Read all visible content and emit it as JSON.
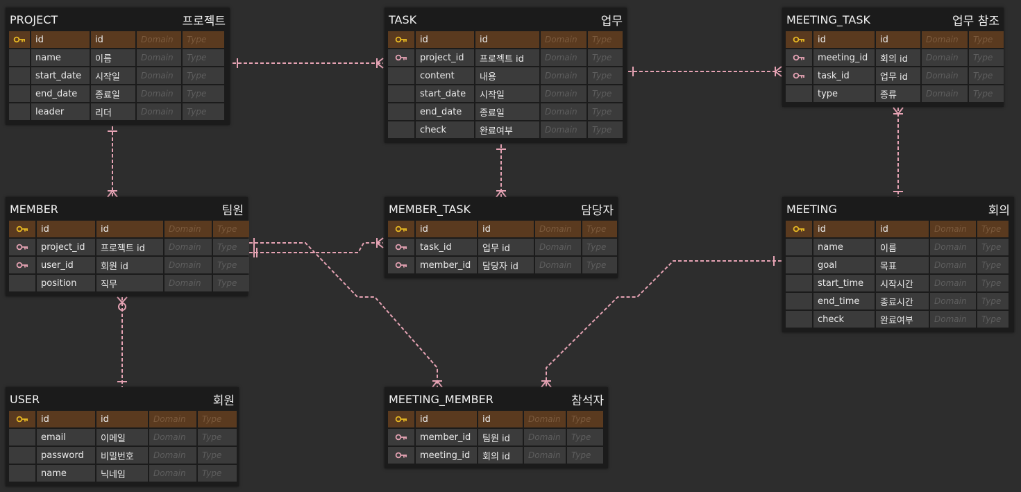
{
  "colors": {
    "background": "#2d2d2d",
    "table_bg": "#1b1b1b",
    "cell_bg": "#3b3b3b",
    "pk_row": "#5a3a1f",
    "relation_line": "#e6a3b4",
    "primary_key": "#e8b923",
    "foreign_key": "#e6a3b4"
  },
  "placeholders": {
    "domain": "Domain",
    "type": "Type"
  },
  "tables": {
    "project": {
      "name": "PROJECT",
      "logical": "프로젝트",
      "columns": [
        {
          "key": "pk",
          "name": "id",
          "logical": "id"
        },
        {
          "key": "",
          "name": "name",
          "logical": "이름"
        },
        {
          "key": "",
          "name": "start_date",
          "logical": "시작일"
        },
        {
          "key": "",
          "name": "end_date",
          "logical": "종료일"
        },
        {
          "key": "",
          "name": "leader",
          "logical": "리더"
        }
      ]
    },
    "task": {
      "name": "TASK",
      "logical": "업무",
      "columns": [
        {
          "key": "pk",
          "name": "id",
          "logical": "id"
        },
        {
          "key": "fk",
          "name": "project_id",
          "logical": "프로젝트 id"
        },
        {
          "key": "",
          "name": "content",
          "logical": "내용"
        },
        {
          "key": "",
          "name": "start_date",
          "logical": "시작일"
        },
        {
          "key": "",
          "name": "end_date",
          "logical": "종료일"
        },
        {
          "key": "",
          "name": "check",
          "logical": "완료여부"
        }
      ]
    },
    "meeting_task": {
      "name": "MEETING_TASK",
      "logical": "업무 참조",
      "columns": [
        {
          "key": "pk",
          "name": "id",
          "logical": "id"
        },
        {
          "key": "fk",
          "name": "meeting_id",
          "logical": "회의 id"
        },
        {
          "key": "fk",
          "name": "task_id",
          "logical": "업무 id"
        },
        {
          "key": "",
          "name": "type",
          "logical": "종류"
        }
      ]
    },
    "member": {
      "name": "MEMBER",
      "logical": "팀원",
      "columns": [
        {
          "key": "pk",
          "name": "id",
          "logical": "id"
        },
        {
          "key": "fk",
          "name": "project_id",
          "logical": "프로젝트 id"
        },
        {
          "key": "fk",
          "name": "user_id",
          "logical": "회원 id"
        },
        {
          "key": "",
          "name": "position",
          "logical": "직무"
        }
      ]
    },
    "member_task": {
      "name": "MEMBER_TASK",
      "logical": "담당자",
      "columns": [
        {
          "key": "pk",
          "name": "id",
          "logical": "id"
        },
        {
          "key": "fk",
          "name": "task_id",
          "logical": "업무 id"
        },
        {
          "key": "fk",
          "name": "member_id",
          "logical": "담당자 id"
        }
      ]
    },
    "meeting": {
      "name": "MEETING",
      "logical": "회의",
      "columns": [
        {
          "key": "pk",
          "name": "id",
          "logical": "id"
        },
        {
          "key": "",
          "name": "name",
          "logical": "이름"
        },
        {
          "key": "",
          "name": "goal",
          "logical": "목표"
        },
        {
          "key": "",
          "name": "start_time",
          "logical": "시작시간"
        },
        {
          "key": "",
          "name": "end_time",
          "logical": "종료시간"
        },
        {
          "key": "",
          "name": "check",
          "logical": "완료여부"
        }
      ]
    },
    "user": {
      "name": "USER",
      "logical": "회원",
      "columns": [
        {
          "key": "pk",
          "name": "id",
          "logical": "id"
        },
        {
          "key": "",
          "name": "email",
          "logical": "이메일"
        },
        {
          "key": "",
          "name": "password",
          "logical": "비밀번호"
        },
        {
          "key": "",
          "name": "name",
          "logical": "닉네임"
        }
      ]
    },
    "meeting_member": {
      "name": "MEETING_MEMBER",
      "logical": "참석자",
      "columns": [
        {
          "key": "pk",
          "name": "id",
          "logical": "id"
        },
        {
          "key": "fk",
          "name": "member_id",
          "logical": "팀원 id"
        },
        {
          "key": "fk",
          "name": "meeting_id",
          "logical": "회의 id"
        }
      ]
    }
  }
}
